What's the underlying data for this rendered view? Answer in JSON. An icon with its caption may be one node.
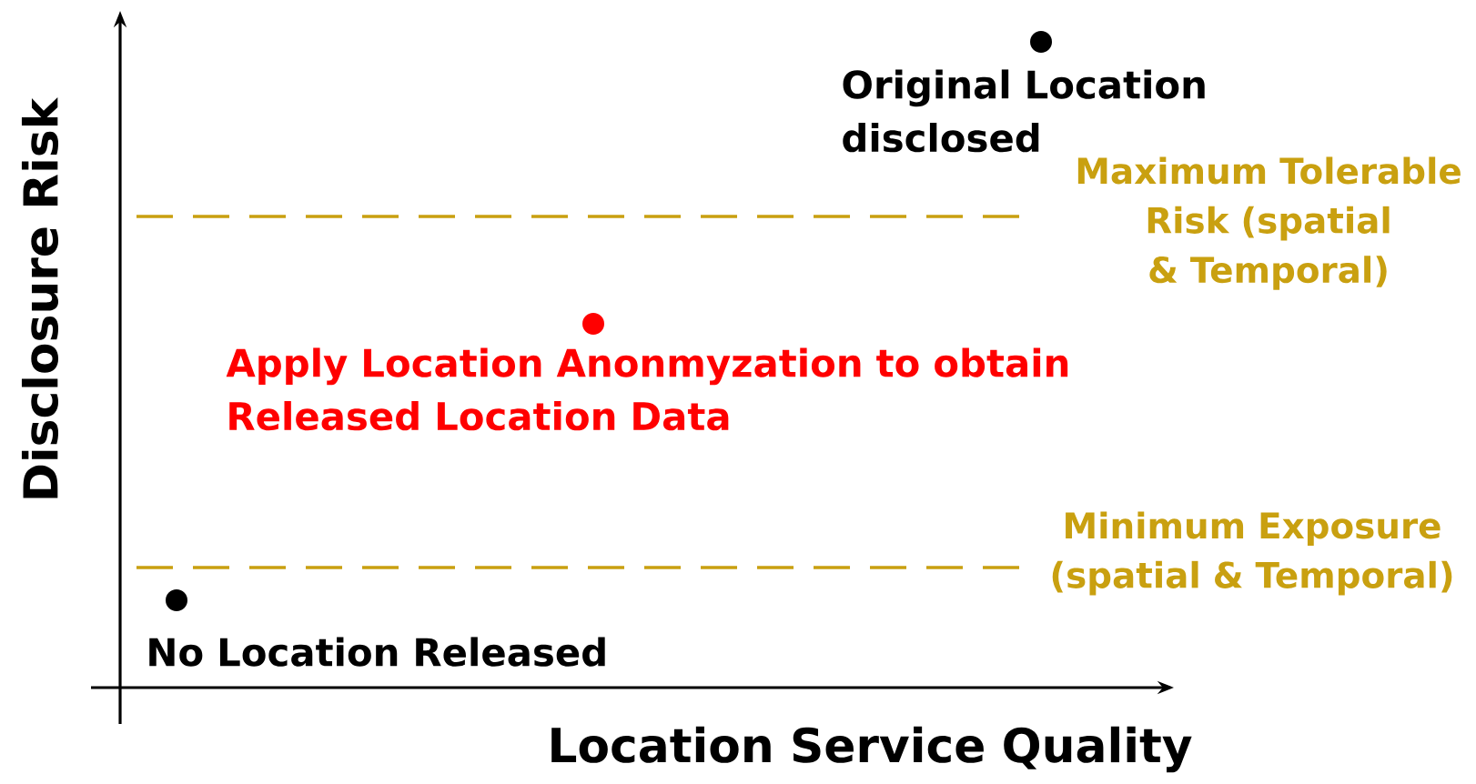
{
  "diagram": {
    "labels": [
      "Original Location disclosed",
      "Maximum Tolerable Risk (spatial & Temporal)",
      "Apply Location Anonmyzation to obtain Released  Location Data",
      "Minimum Exposure (spatial & Temporal)",
      "No Location Released",
      "Disclosure Risk",
      "Location Service Quality"
    ]
  }
}
